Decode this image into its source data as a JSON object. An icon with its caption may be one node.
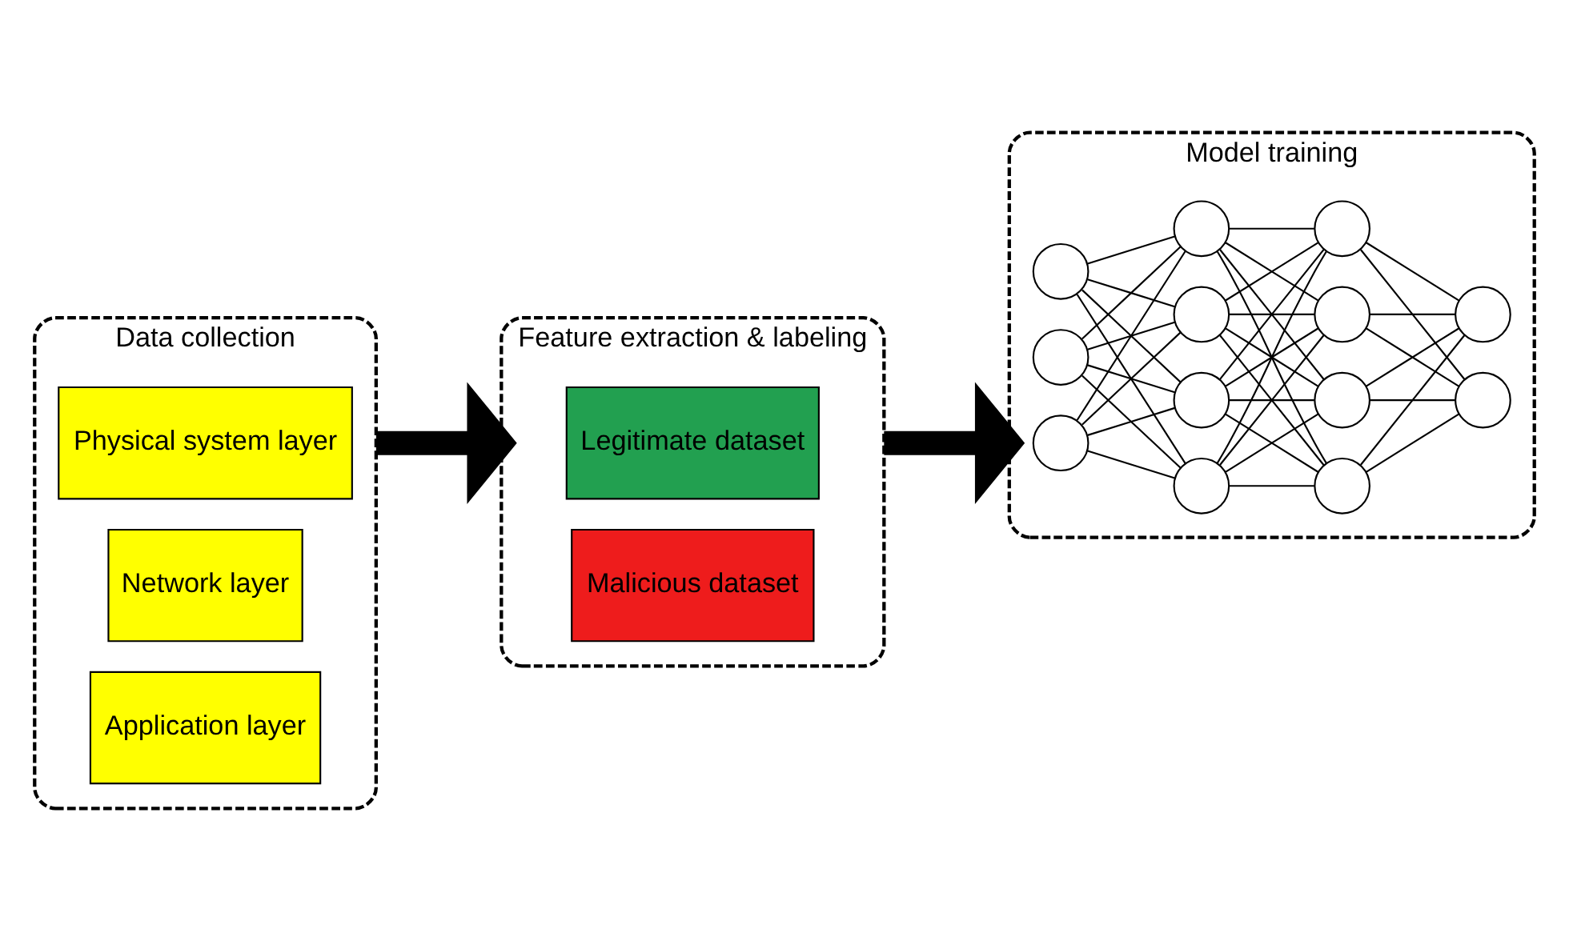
{
  "diagram": {
    "nodes": [
      {
        "text": [
          "Data collection"
        ]
      },
      {
        "text": [
          "Physical system layer"
        ],
        "in": 0
      },
      {
        "text": [
          "Network layer"
        ],
        "in": 0
      },
      {
        "text": [
          "Application layer"
        ],
        "in": 0
      },
      {
        "text": [
          "Feature extraction & labeling"
        ]
      },
      {
        "text": [
          "Legitimate dataset"
        ],
        "in": 4
      },
      {
        "text": [
          "Malicious dataset"
        ],
        "in": 4
      },
      {
        "text": [
          "Model training"
        ]
      },
      {
        "text": [],
        "shape": "circle",
        "in": 7
      },
      {
        "text": [],
        "shape": "circle",
        "in": 7
      },
      {
        "text": [],
        "shape": "circle",
        "in": 7
      },
      {
        "text": [],
        "shape": "circle",
        "in": 7
      },
      {
        "text": [],
        "shape": "circle",
        "in": 7
      },
      {
        "text": [],
        "shape": "circle",
        "in": 7
      },
      {
        "text": [],
        "shape": "circle",
        "in": 7
      },
      {
        "text": [],
        "shape": "circle",
        "in": 7
      },
      {
        "text": [],
        "shape": "circle",
        "in": 7
      },
      {
        "text": [],
        "shape": "circle",
        "in": 7
      },
      {
        "text": [],
        "shape": "circle",
        "in": 7
      },
      {
        "text": [],
        "shape": "circle",
        "in": 7
      },
      {
        "text": [],
        "shape": "circle",
        "in": 7
      }
    ],
    "edges": [
      {
        "from": 0,
        "to": 4,
        "arrow": "to",
        "style": "thick"
      },
      {
        "from": 4,
        "to": 7,
        "arrow": "to",
        "style": "thick"
      },
      {
        "from": 8,
        "to": 11,
        "arrow": "none"
      },
      {
        "from": 8,
        "to": 12,
        "arrow": "none"
      },
      {
        "from": 8,
        "to": 13,
        "arrow": "none"
      },
      {
        "from": 8,
        "to": 14,
        "arrow": "none"
      },
      {
        "from": 9,
        "to": 11,
        "arrow": "none"
      },
      {
        "from": 9,
        "to": 12,
        "arrow": "none"
      },
      {
        "from": 9,
        "to": 13,
        "arrow": "none"
      },
      {
        "from": 9,
        "to": 14,
        "arrow": "none"
      },
      {
        "from": 10,
        "to": 11,
        "arrow": "none"
      },
      {
        "from": 10,
        "to": 12,
        "arrow": "none"
      },
      {
        "from": 10,
        "to": 13,
        "arrow": "none"
      },
      {
        "from": 10,
        "to": 14,
        "arrow": "none"
      },
      {
        "from": 11,
        "to": 15,
        "arrow": "none"
      },
      {
        "from": 11,
        "to": 16,
        "arrow": "none"
      },
      {
        "from": 11,
        "to": 17,
        "arrow": "none"
      },
      {
        "from": 11,
        "to": 18,
        "arrow": "none"
      },
      {
        "from": 12,
        "to": 15,
        "arrow": "none"
      },
      {
        "from": 12,
        "to": 16,
        "arrow": "none"
      },
      {
        "from": 12,
        "to": 17,
        "arrow": "none"
      },
      {
        "from": 12,
        "to": 18,
        "arrow": "none"
      },
      {
        "from": 13,
        "to": 15,
        "arrow": "none"
      },
      {
        "from": 13,
        "to": 16,
        "arrow": "none"
      },
      {
        "from": 13,
        "to": 17,
        "arrow": "none"
      },
      {
        "from": 13,
        "to": 18,
        "arrow": "none"
      },
      {
        "from": 14,
        "to": 15,
        "arrow": "none"
      },
      {
        "from": 14,
        "to": 16,
        "arrow": "none"
      },
      {
        "from": 14,
        "to": 17,
        "arrow": "none"
      },
      {
        "from": 14,
        "to": 18,
        "arrow": "none"
      },
      {
        "from": 15,
        "to": 19,
        "arrow": "none"
      },
      {
        "from": 15,
        "to": 20,
        "arrow": "none"
      },
      {
        "from": 16,
        "to": 19,
        "arrow": "none"
      },
      {
        "from": 16,
        "to": 20,
        "arrow": "none"
      },
      {
        "from": 17,
        "to": 19,
        "arrow": "none"
      },
      {
        "from": 17,
        "to": 20,
        "arrow": "none"
      },
      {
        "from": 18,
        "to": 19,
        "arrow": "none"
      },
      {
        "from": 18,
        "to": 20,
        "arrow": "none"
      }
    ]
  }
}
